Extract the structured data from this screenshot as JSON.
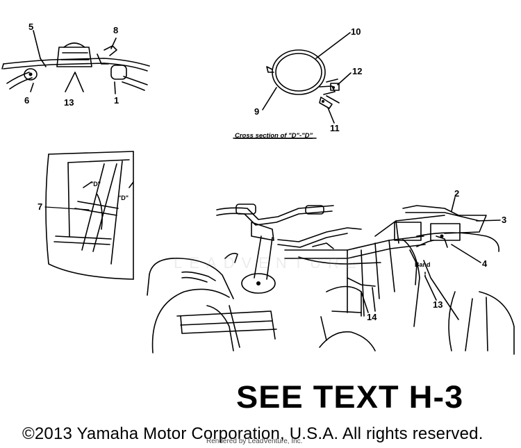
{
  "figure": {
    "callouts": {
      "c1": "1",
      "c2": "2",
      "c3": "3",
      "c4": "4",
      "c5": "5",
      "c6": "6",
      "c7": "7",
      "c8": "8",
      "c9": "9",
      "c10": "10",
      "c11": "11",
      "c12": "12",
      "c13a": "13",
      "c13b": "13",
      "c14": "14"
    },
    "cross_section_caption": "Cross section of \"D\"-\"D\"",
    "section_mark_left": "\"D\"",
    "section_mark_right": "\"D\"",
    "band_label": "Band",
    "watermark": "LEADVENTURE"
  },
  "footer": {
    "see_text": "SEE TEXT H-3",
    "copyright": "©2013 Yamaha Motor Corporation, U.S.A. All rights reserved.",
    "rendered_by": "Rendered by LeadVenture, Inc."
  }
}
